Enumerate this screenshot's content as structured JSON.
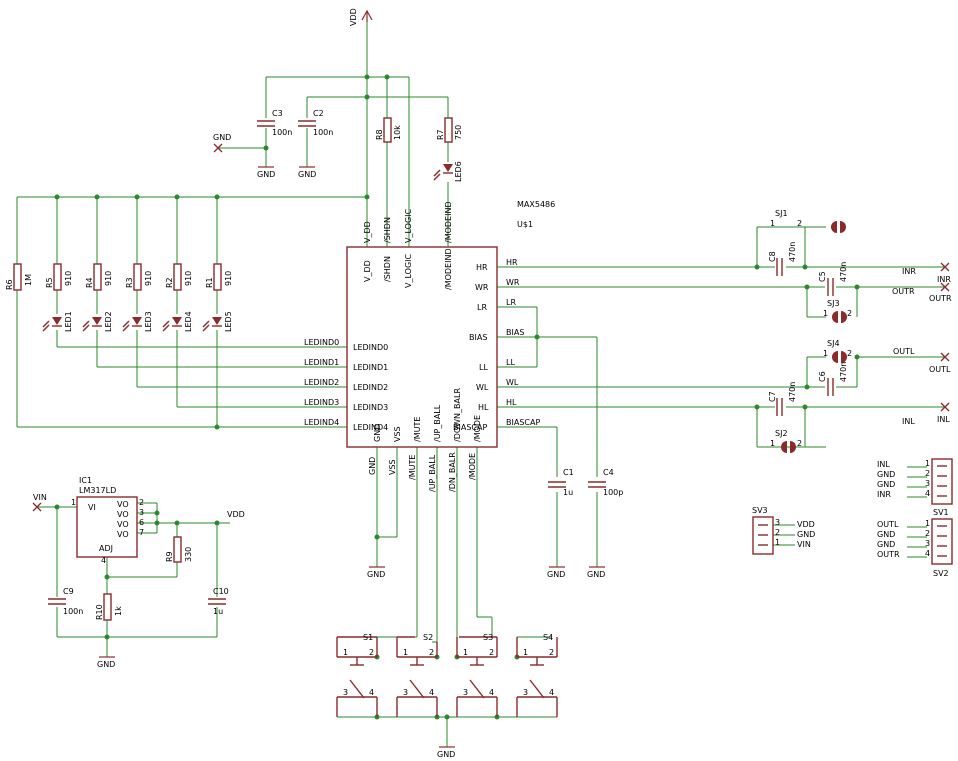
{
  "supply": {
    "vdd_top": "VDD",
    "vdd_reg": "VDD",
    "vin": "VIN"
  },
  "gnd_label": "GND",
  "ic_main": {
    "name": "MAX5486",
    "ref": "U$1",
    "top_pins": [
      "V_DD",
      "/SHDN",
      "V_LOGIC",
      "/MODEIND"
    ],
    "left_pins": [
      "LEDIND0",
      "LEDIND1",
      "LEDIND2",
      "LEDIND3",
      "LEDIND4"
    ],
    "right_pins": [
      "HR",
      "WR",
      "LR",
      "BIAS",
      "LL",
      "WL",
      "HL",
      "BIASCAP"
    ],
    "bottom_pins": [
      "GND",
      "VSS",
      "/MUTE",
      "/UP_BALL",
      "/DOWN_BALR",
      "/MODE"
    ],
    "net_labels_right": [
      "HR",
      "WR",
      "LR",
      "BIAS",
      "LL",
      "WL",
      "HL",
      "BIASCAP"
    ],
    "net_labels_bottom": [
      "GND",
      "VSS",
      "/MUTE",
      "/UP_BALL",
      "/DN_BALR",
      "/MODE"
    ],
    "net_labels_left": [
      "LEDIND0",
      "LEDIND1",
      "LEDIND2",
      "LEDIND3",
      "LEDIND4"
    ]
  },
  "regulator": {
    "ref": "IC1",
    "part": "LM317LD",
    "pin_vi": "VI",
    "pin_vo": [
      "VO",
      "VO",
      "VO",
      "VO"
    ],
    "pin_adj": "ADJ",
    "pin_nums": [
      "1",
      "2",
      "3",
      "6",
      "7",
      "4"
    ]
  },
  "capacitors": [
    {
      "ref": "C3",
      "value": "100n"
    },
    {
      "ref": "C2",
      "value": "100n"
    },
    {
      "ref": "C1",
      "value": "1u"
    },
    {
      "ref": "C4",
      "value": "100p"
    },
    {
      "ref": "C9",
      "value": "100n"
    },
    {
      "ref": "C10",
      "value": "1u"
    },
    {
      "ref": "C8",
      "value": "470n"
    },
    {
      "ref": "C5",
      "value": "470n"
    },
    {
      "ref": "C6",
      "value": "470n"
    },
    {
      "ref": "C7",
      "value": "470n"
    }
  ],
  "resistors": [
    {
      "ref": "R8",
      "value": "10k"
    },
    {
      "ref": "R7",
      "value": "750"
    },
    {
      "ref": "R6",
      "value": "1M"
    },
    {
      "ref": "R5",
      "value": "910"
    },
    {
      "ref": "R4",
      "value": "910"
    },
    {
      "ref": "R3",
      "value": "910"
    },
    {
      "ref": "R2",
      "value": "910"
    },
    {
      "ref": "R1",
      "value": "910"
    },
    {
      "ref": "R9",
      "value": "330"
    },
    {
      "ref": "R10",
      "value": "1k"
    }
  ],
  "leds": [
    "LED6",
    "LED1",
    "LED2",
    "LED3",
    "LED4",
    "LED5"
  ],
  "jumpers": [
    {
      "ref": "SJ1",
      "pins": [
        "1",
        "2"
      ]
    },
    {
      "ref": "SJ3",
      "pins": [
        "1",
        "2"
      ]
    },
    {
      "ref": "SJ4",
      "pins": [
        "1",
        "2"
      ]
    },
    {
      "ref": "SJ2",
      "pins": [
        "1",
        "2"
      ]
    }
  ],
  "io_labels": {
    "inr": "INR",
    "outr": "OUTR",
    "outl": "OUTL",
    "inl": "INL"
  },
  "switches": [
    {
      "ref": "S1",
      "pins": [
        "1",
        "2",
        "3",
        "4"
      ]
    },
    {
      "ref": "S2",
      "pins": [
        "1",
        "2",
        "3",
        "4"
      ]
    },
    {
      "ref": "S3",
      "pins": [
        "1",
        "2",
        "3",
        "4"
      ]
    },
    {
      "ref": "S4",
      "pins": [
        "1",
        "2",
        "3",
        "4"
      ]
    }
  ],
  "connectors": [
    {
      "ref": "SV1",
      "pins": [
        "INL",
        "GND",
        "GND",
        "INR"
      ],
      "nums": [
        "1",
        "2",
        "3",
        "4"
      ]
    },
    {
      "ref": "SV2",
      "pins": [
        "OUTL",
        "GND",
        "GND",
        "OUTR"
      ],
      "nums": [
        "1",
        "2",
        "3",
        "4"
      ]
    },
    {
      "ref": "SV3",
      "pins": [
        "VDD",
        "GND",
        "VIN"
      ],
      "nums": [
        "3",
        "2",
        "1"
      ]
    }
  ],
  "colors": {
    "wire": "#2a8a2a",
    "part": "#8b2a2a",
    "text": "#000000",
    "background": "#ffffff"
  }
}
